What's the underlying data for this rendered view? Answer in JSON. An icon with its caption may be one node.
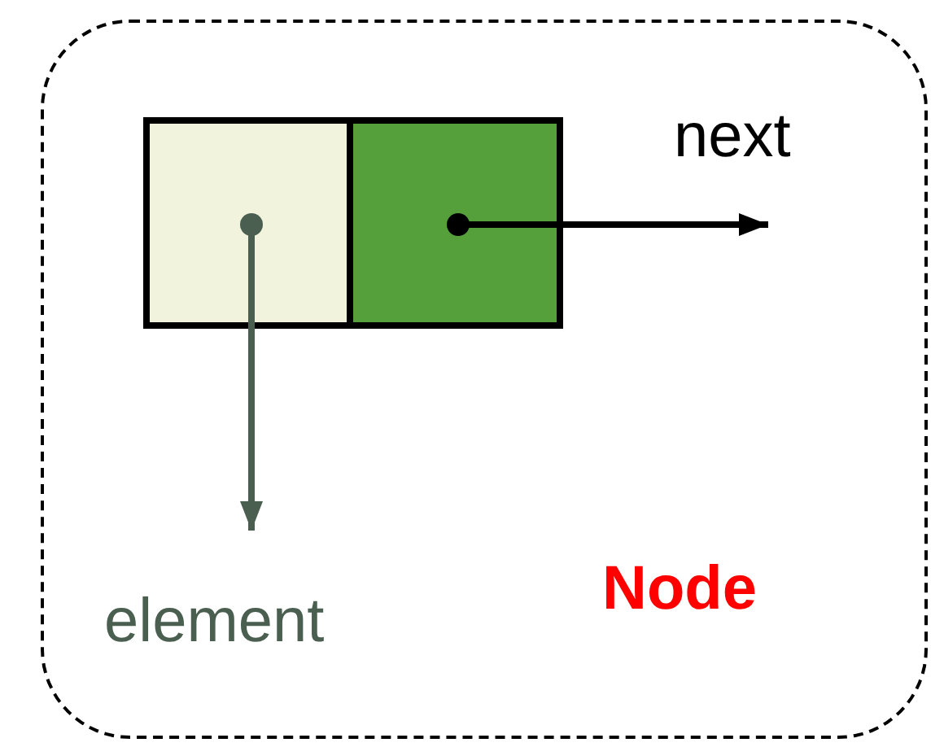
{
  "diagram": {
    "nodes": [
      {
        "text": [
          "Node"
        ]
      },
      {
        "text": [],
        "shape": "box",
        "in": 0
      },
      {
        "text": [],
        "shape": "box",
        "in": 0
      },
      {
        "text": [
          "element"
        ],
        "in": 0
      },
      {
        "text": [
          "next"
        ],
        "in": 0
      }
    ],
    "edges": [
      {
        "from": 1,
        "to": 3,
        "arrow": "to",
        "color": "#4a5f50"
      },
      {
        "from": 2,
        "to": 4,
        "arrow": "to",
        "color": "#000000"
      }
    ]
  }
}
